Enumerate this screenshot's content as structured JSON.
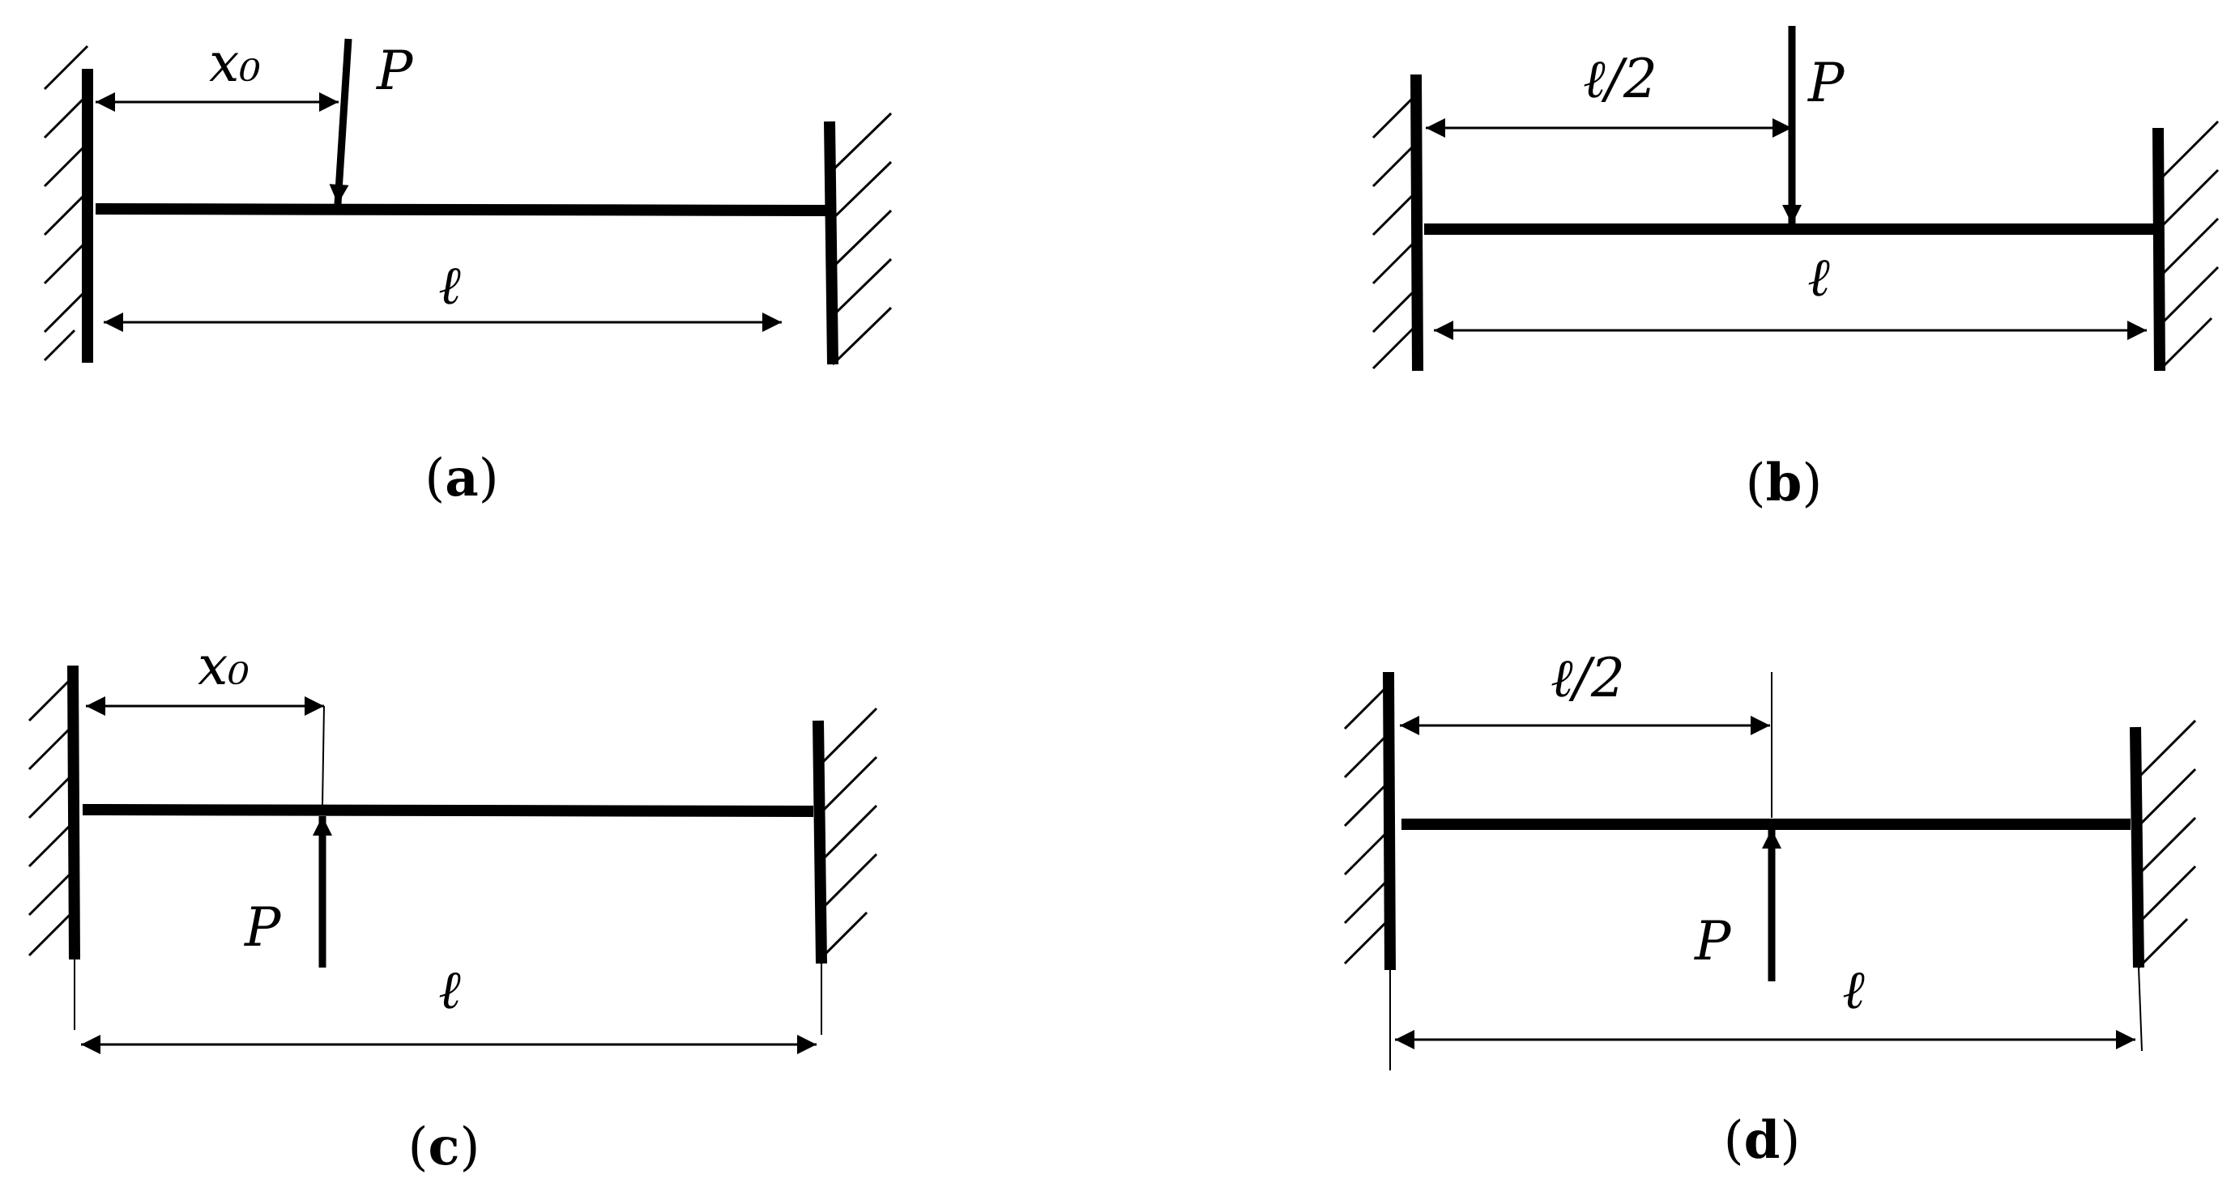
{
  "colors": {
    "ink": "#000000",
    "background": "#ffffff"
  },
  "panels": [
    {
      "id": "a",
      "caption_letter": "a",
      "position_label": "x₀",
      "load_label": "P",
      "span_label": "ℓ",
      "load_direction": "down"
    },
    {
      "id": "b",
      "caption_letter": "b",
      "position_label": "ℓ/2",
      "load_label": "P",
      "span_label": "ℓ",
      "load_direction": "down"
    },
    {
      "id": "c",
      "caption_letter": "c",
      "position_label": "x₀",
      "load_label": "P",
      "span_label": "ℓ",
      "load_direction": "up"
    },
    {
      "id": "d",
      "caption_letter": "d",
      "position_label": "ℓ/2",
      "load_label": "P",
      "span_label": "ℓ",
      "load_direction": "up"
    }
  ],
  "caption_parens": {
    "open": "(",
    "close": ")"
  }
}
